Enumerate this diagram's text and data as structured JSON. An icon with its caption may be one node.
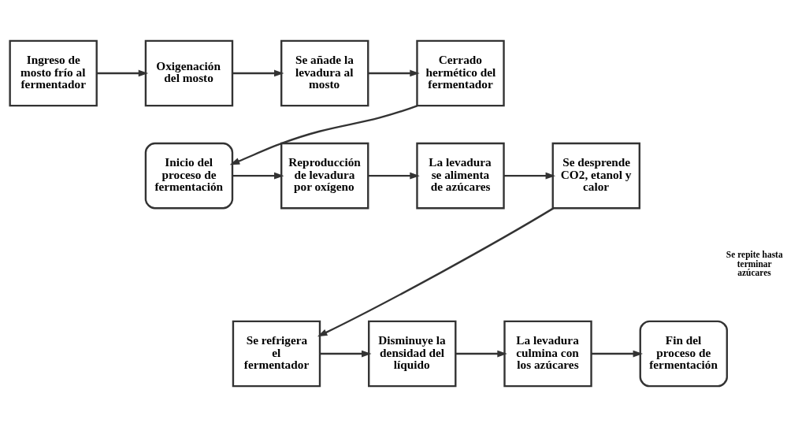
{
  "diagram": {
    "nodes": [
      {
        "text": [
          "Ingreso de mosto frío al fermentador"
        ]
      },
      {
        "text": [
          "Oxigenación del mosto"
        ]
      },
      {
        "text": [
          "Se añade la levadura al mosto"
        ]
      },
      {
        "text": [
          "Cerrado hermético del fermentador"
        ]
      },
      {
        "text": [
          "Inicio del proceso de fermentación"
        ]
      },
      {
        "text": [
          "Reproducción de levadura por oxígeno"
        ]
      },
      {
        "text": [
          "La levadura se alimenta de azúcares"
        ]
      },
      {
        "text": [
          "Se desprende CO2, etanol y calor"
        ]
      },
      {
        "text": [
          "Se refrigera el fermentador"
        ]
      },
      {
        "text": [
          "Disminuye la densidad del líquido"
        ]
      },
      {
        "text": [
          "La levadura culmina con los azúcares"
        ]
      },
      {
        "text": [
          "Fin del proceso de fermentación"
        ]
      }
    ],
    "edges": [
      {
        "from": 0,
        "to": 1,
        "arrow": "to"
      },
      {
        "from": 1,
        "to": 2,
        "arrow": "to"
      },
      {
        "from": 2,
        "to": 3,
        "arrow": "to"
      },
      {
        "from": 3,
        "to": 4,
        "arrow": "to"
      },
      {
        "from": 4,
        "to": 5,
        "arrow": "to"
      },
      {
        "from": 5,
        "to": 6,
        "arrow": "to"
      },
      {
        "from": 6,
        "to": 7,
        "arrow": "to"
      },
      {
        "from": 7,
        "to": 8,
        "arrow": "to"
      },
      {
        "from": 8,
        "to": 9,
        "arrow": "to"
      },
      {
        "from": 9,
        "to": 10,
        "arrow": "to"
      },
      {
        "from": 10,
        "to": 11,
        "arrow": "to"
      }
    ],
    "labels": [
      "Se repite hasta terminar azúcares"
    ]
  }
}
